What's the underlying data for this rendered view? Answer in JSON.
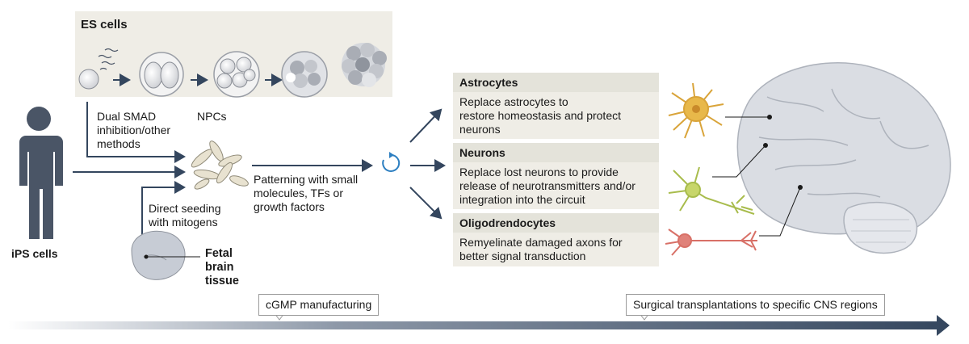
{
  "es_panel": {
    "title": "ES cells"
  },
  "ips": {
    "label": "iPS cells"
  },
  "paths": {
    "dual_smad": "Dual SMAD\ninhibition/other\nmethods",
    "npcs": "NPCs",
    "direct_seeding": "Direct seeding\nwith mitogens",
    "fetal": "Fetal\nbrain\ntissue",
    "patterning": "Patterning with small\nmolecules, TFs or\ngrowth factors"
  },
  "cards": [
    {
      "title": "Astrocytes",
      "text": "Replace astrocytes to\nrestore homeostasis and protect\nneurons"
    },
    {
      "title": "Neurons",
      "text": "Replace lost neurons to provide\nrelease of neurotransmitters and/or\nintegration into the circuit"
    },
    {
      "title": "Oligodrendocytes",
      "text": "Remyelinate damaged axons for\nbetter signal transduction"
    }
  ],
  "timeline": {
    "callout_1": "cGMP manufacturing",
    "callout_2": "Surgical transplantations to specific CNS regions"
  },
  "colors": {
    "arrow": "#34465e",
    "person": "#4a5566",
    "astrocyte": "#e8b84a",
    "neuron": "#b5c95a",
    "oligo": "#e0827a",
    "brain": "#dadde3"
  }
}
